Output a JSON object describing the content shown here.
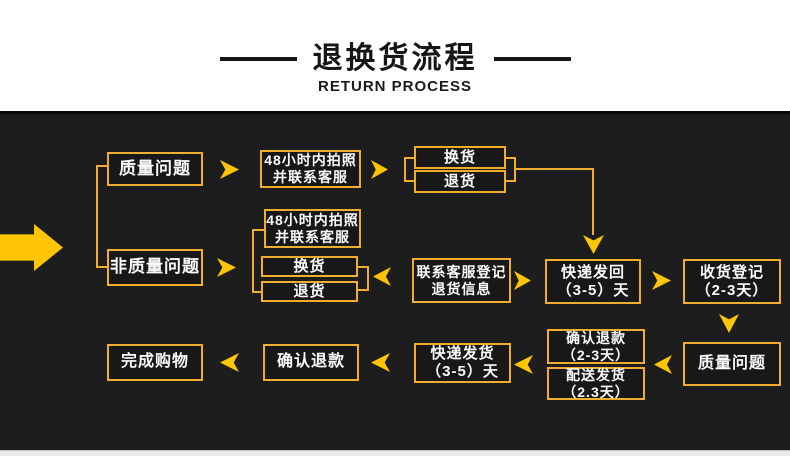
{
  "header": {
    "title": "退换货流程",
    "subtitle": "RETURN PROCESS"
  },
  "colors": {
    "header_bg": "#ffffff",
    "header_text": "#161616",
    "canvas_bg": "#1d1d1d",
    "box_border_gold": "#f2ac2e",
    "arrow_yellow": "#fdc504",
    "box_text": "#fafafa"
  },
  "flow": {
    "boxes": {
      "quality_issue": {
        "line1": "质量问题"
      },
      "photo_48h_top": {
        "line1": "48小时内拍照",
        "line2": "并联系客服"
      },
      "exchange_top": {
        "line1": "换货"
      },
      "return_top": {
        "line1": "退货"
      },
      "non_quality_issue": {
        "line1": "非质量问题"
      },
      "photo_48h_mid": {
        "line1": "48小时内拍照",
        "line2": "并联系客服"
      },
      "exchange_mid": {
        "line1": "换货"
      },
      "return_mid": {
        "line1": "退货"
      },
      "contact_register": {
        "line1": "联系客服登记",
        "line2": "退货信息"
      },
      "express_sendback": {
        "line1": "快递发回",
        "line2": "（3-5）天"
      },
      "receipt_register": {
        "line1": "收货登记",
        "line2": "（2-3天）"
      },
      "quality_check": {
        "line1": "质量问题"
      },
      "confirm_refund_days": {
        "line1": "确认退款",
        "line2": "（2-3天）"
      },
      "dispatch_delivery": {
        "line1": "配送发货",
        "line2": "（2.3天）"
      },
      "express_delivery": {
        "line1": "快递发货",
        "line2": "（3-5）天"
      },
      "confirm_refund": {
        "line1": "确认退款"
      },
      "complete_shopping": {
        "line1": "完成购物"
      }
    }
  }
}
